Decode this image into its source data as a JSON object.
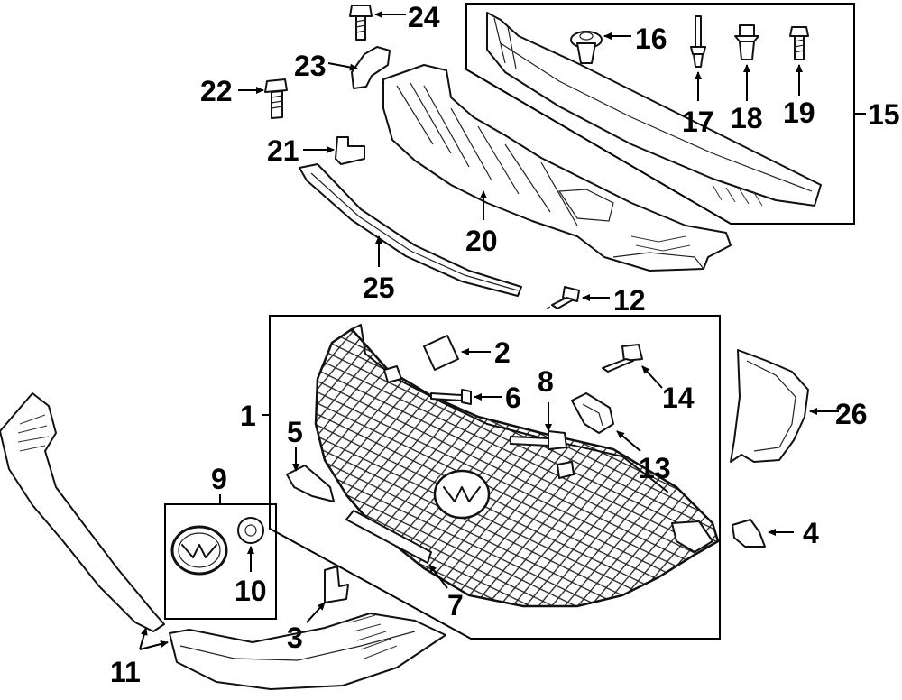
{
  "diagram": {
    "callouts": {
      "c1": "1",
      "c2": "2",
      "c3": "3",
      "c4": "4",
      "c5": "5",
      "c6": "6",
      "c7": "7",
      "c8": "8",
      "c9": "9",
      "c10": "10",
      "c11": "11",
      "c12": "12",
      "c13": "13",
      "c14": "14",
      "c15": "15",
      "c16": "16",
      "c17": "17",
      "c18": "18",
      "c19": "19",
      "c20": "20",
      "c21": "21",
      "c22": "22",
      "c23": "23",
      "c24": "24",
      "c25": "25",
      "c26": "26"
    },
    "colors": {
      "ink": "#000000",
      "paper": "#ffffff"
    }
  }
}
